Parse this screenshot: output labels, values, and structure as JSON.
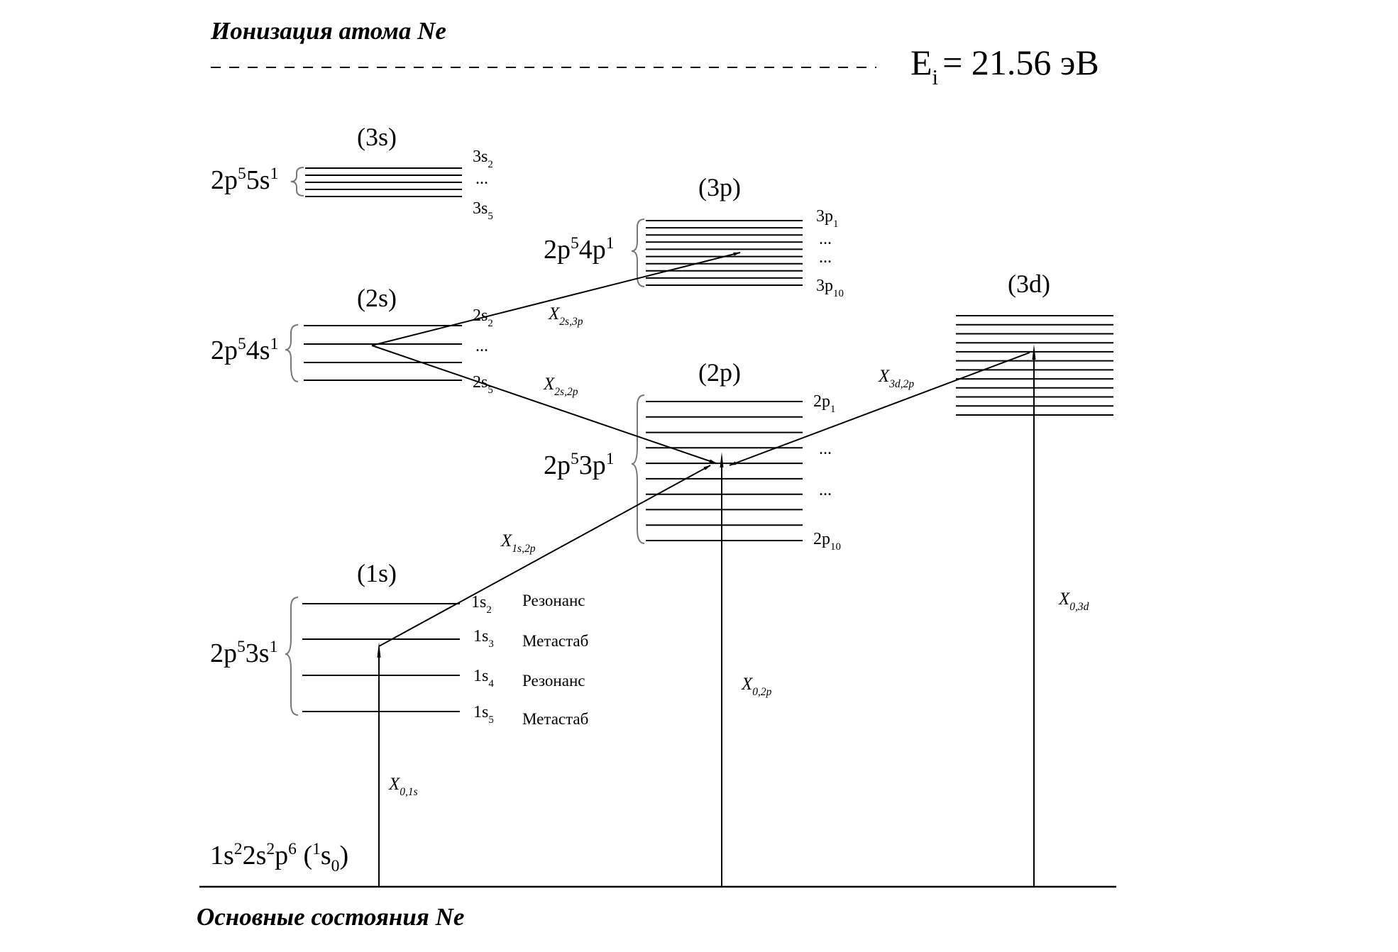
{
  "header": {
    "title": "Ионизация атома Ne",
    "ionization": {
      "symbol": "E",
      "sub": "i",
      "value": "= 21.56 эВ"
    }
  },
  "footer": {
    "title": "Основные состояния Ne"
  },
  "ground": {
    "label": {
      "a": "1s",
      "b": "2",
      "c": "2s",
      "d": "2",
      "e": "p",
      "f": "6",
      "g": " (",
      "h": "1",
      "i": "s",
      "j": "0",
      "k": ")"
    }
  },
  "groups": {
    "s3": {
      "name": "(3s)",
      "cfg": {
        "base": "2p",
        "sup1": "5",
        "mid": "5s",
        "sup2": "1"
      },
      "labels": {
        "top": {
          "base": "3s",
          "sub": "2"
        },
        "dots": "...",
        "bottom": {
          "base": "3s",
          "sub": "5"
        }
      }
    },
    "s2": {
      "name": "(2s)",
      "cfg": {
        "base": "2p",
        "sup1": "5",
        "mid": "4s",
        "sup2": "1"
      },
      "labels": {
        "top": {
          "base": "2s",
          "sub": "2"
        },
        "dots": "...",
        "bottom": {
          "base": "2s",
          "sub": "5"
        }
      }
    },
    "p3": {
      "name": "(3p)",
      "cfg": {
        "base": "2p",
        "sup1": "5",
        "mid": "4p",
        "sup2": "1"
      },
      "labels": {
        "top": {
          "base": "3p",
          "sub": "1"
        },
        "dots1": "...",
        "dots2": "...",
        "bottom": {
          "base": "3p",
          "sub": "10"
        }
      }
    },
    "p2": {
      "name": "(2p)",
      "cfg": {
        "base": "2p",
        "sup1": "5",
        "mid": "3p",
        "sup2": "1"
      },
      "labels": {
        "top": {
          "base": "2p",
          "sub": "1"
        },
        "dots1": "...",
        "dots2": "...",
        "bottom": {
          "base": "2p",
          "sub": "10"
        }
      }
    },
    "d3": {
      "name": "(3d)"
    },
    "s1": {
      "name": "(1s)",
      "cfg": {
        "base": "2p",
        "sup1": "5",
        "mid": "3s",
        "sup2": "1"
      },
      "levels": [
        {
          "base": "1s",
          "sub": "2",
          "note": "Резонанс"
        },
        {
          "base": "1s",
          "sub": "3",
          "note": "Метастаб"
        },
        {
          "base": "1s",
          "sub": "4",
          "note": "Резонанс"
        },
        {
          "base": "1s",
          "sub": "5",
          "note": "Метастаб"
        }
      ]
    }
  },
  "transitions": {
    "x2s3p": {
      "base": "X",
      "sub": "2s,3p"
    },
    "x2s2p": {
      "base": "X",
      "sub": "2s,2p"
    },
    "x3d2p": {
      "base": "X",
      "sub": "3d,2p"
    },
    "x1s2p": {
      "base": "X",
      "sub": "1s,2p"
    },
    "x01s": {
      "base": "X",
      "sub": "0,1s"
    },
    "x02p": {
      "base": "X",
      "sub": "0,2p"
    },
    "x03d": {
      "base": "X",
      "sub": "0,3d"
    }
  },
  "colors": {
    "lines": "#000000",
    "braces": "#777777",
    "background": "#ffffff"
  }
}
